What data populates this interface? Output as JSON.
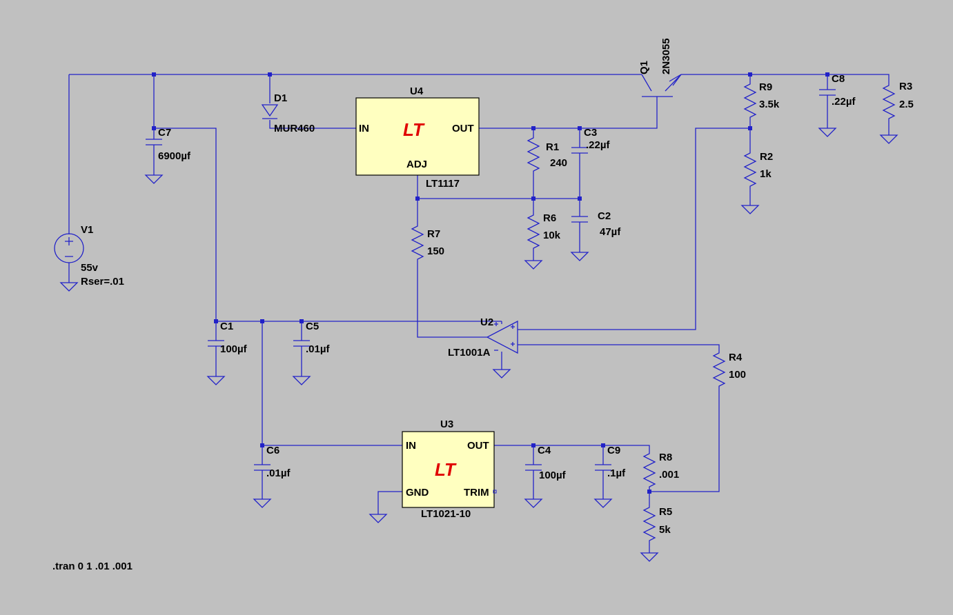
{
  "components": {
    "v1": {
      "ref": "V1",
      "value": "55v",
      "extra": "Rser=.01"
    },
    "c7": {
      "ref": "C7",
      "value": "6900µf"
    },
    "d1": {
      "ref": "D1",
      "value": "MUR460"
    },
    "u4": {
      "ref": "U4",
      "part": "LT1117",
      "pin_in": "IN",
      "pin_out": "OUT",
      "pin_adj": "ADJ"
    },
    "q1": {
      "ref": "Q1",
      "value": "2N3055"
    },
    "r1": {
      "ref": "R1",
      "value": "240"
    },
    "c3": {
      "ref": "C3",
      "value": ".22µf"
    },
    "r6": {
      "ref": "R6",
      "value": "10k"
    },
    "c2": {
      "ref": "C2",
      "value": "47µf"
    },
    "r7": {
      "ref": "R7",
      "value": "150"
    },
    "r9": {
      "ref": "R9",
      "value": "3.5k"
    },
    "r2": {
      "ref": "R2",
      "value": "1k"
    },
    "c8": {
      "ref": "C8",
      "value": ".22µf"
    },
    "r3": {
      "ref": "R3",
      "value": "2.5"
    },
    "c1": {
      "ref": "C1",
      "value": "100µf"
    },
    "c5": {
      "ref": "C5",
      "value": ".01µf"
    },
    "u2": {
      "ref": "U2",
      "part": "LT1001A"
    },
    "r4": {
      "ref": "R4",
      "value": "100"
    },
    "c6": {
      "ref": "C6",
      "value": ".01µf"
    },
    "u3": {
      "ref": "U3",
      "part": "LT1021-10",
      "pin_in": "IN",
      "pin_out": "OUT",
      "pin_gnd": "GND",
      "pin_trim": "TRIM"
    },
    "c4": {
      "ref": "C4",
      "value": "100µf"
    },
    "c9": {
      "ref": "C9",
      "value": ".1µf"
    },
    "r8": {
      "ref": "R8",
      "value": ".001"
    },
    "r5": {
      "ref": "R5",
      "value": "5k"
    }
  },
  "directive": ".tran 0 1 .01 .001",
  "logo_text": "LT",
  "colors": {
    "background": "#c0c0c0",
    "wire": "#2222c8",
    "ic_fill": "#ffffc0",
    "logo": "#e00000"
  }
}
